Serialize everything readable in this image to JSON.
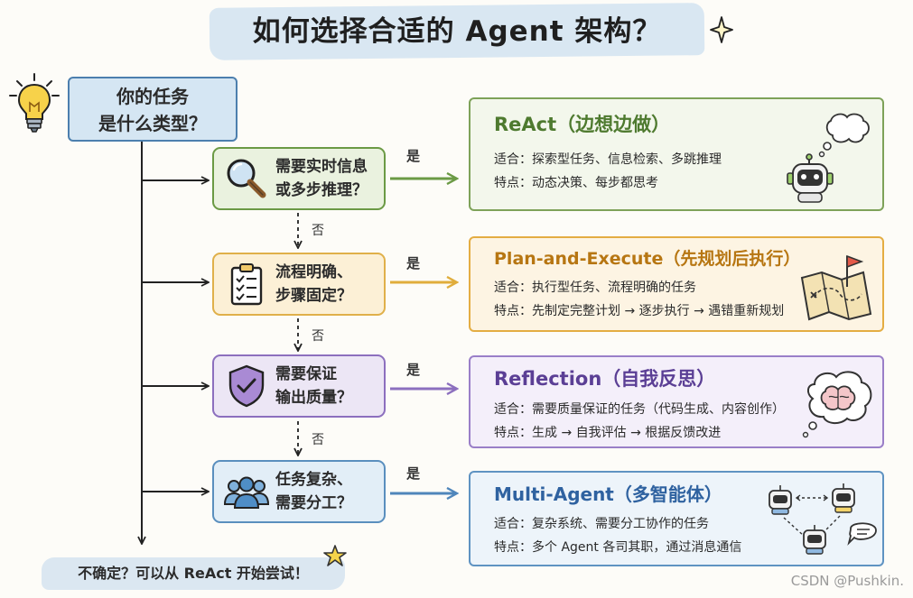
{
  "title": "如何选择合适的 Agent 架构？",
  "root_question": [
    "你的任务",
    "是什么类型？"
  ],
  "questions": [
    {
      "lines": [
        "需要实时信息",
        "或多步推理？"
      ],
      "icon": "magnifier-icon"
    },
    {
      "lines": [
        "流程明确、",
        "步骤固定？"
      ],
      "icon": "clipboard-checklist-icon"
    },
    {
      "lines": [
        "需要保证",
        "输出质量？"
      ],
      "icon": "shield-check-icon"
    },
    {
      "lines": [
        "任务复杂、",
        "需要分工？"
      ],
      "icon": "team-icon"
    }
  ],
  "yes_label": "是",
  "no_label": "否",
  "answers": [
    {
      "title": "ReAct（边想边做）",
      "fit": "适合：探索型任务、信息检索、多跳推理",
      "feature": "特点：动态决策、每步都思考",
      "icon": "thinking-robot-icon",
      "color": "#4e7a2f"
    },
    {
      "title": "Plan-and-Execute（先规划后执行）",
      "fit": "适合：执行型任务、流程明确的任务",
      "feature": "特点：先制定完整计划 → 逐步执行 → 遇错重新规划",
      "icon": "map-with-flag-icon",
      "color": "#b77612"
    },
    {
      "title": "Reflection（自我反思）",
      "fit": "适合：需要质量保证的任务（代码生成、内容创作）",
      "feature": "特点：生成 → 自我评估 → 根据反馈改进",
      "icon": "brain-thought-icon",
      "color": "#5b3f95"
    },
    {
      "title": "Multi-Agent（多智能体）",
      "fit": "适合：复杂系统、需要分工协作的任务",
      "feature": "特点：多个 Agent 各司其职，通过消息通信",
      "icon": "multi-robot-icon",
      "color": "#2f62a0"
    }
  ],
  "bottom_note": "不确定？可以从 ReAct 开始尝试！",
  "watermark": "CSDN @Pushkin."
}
